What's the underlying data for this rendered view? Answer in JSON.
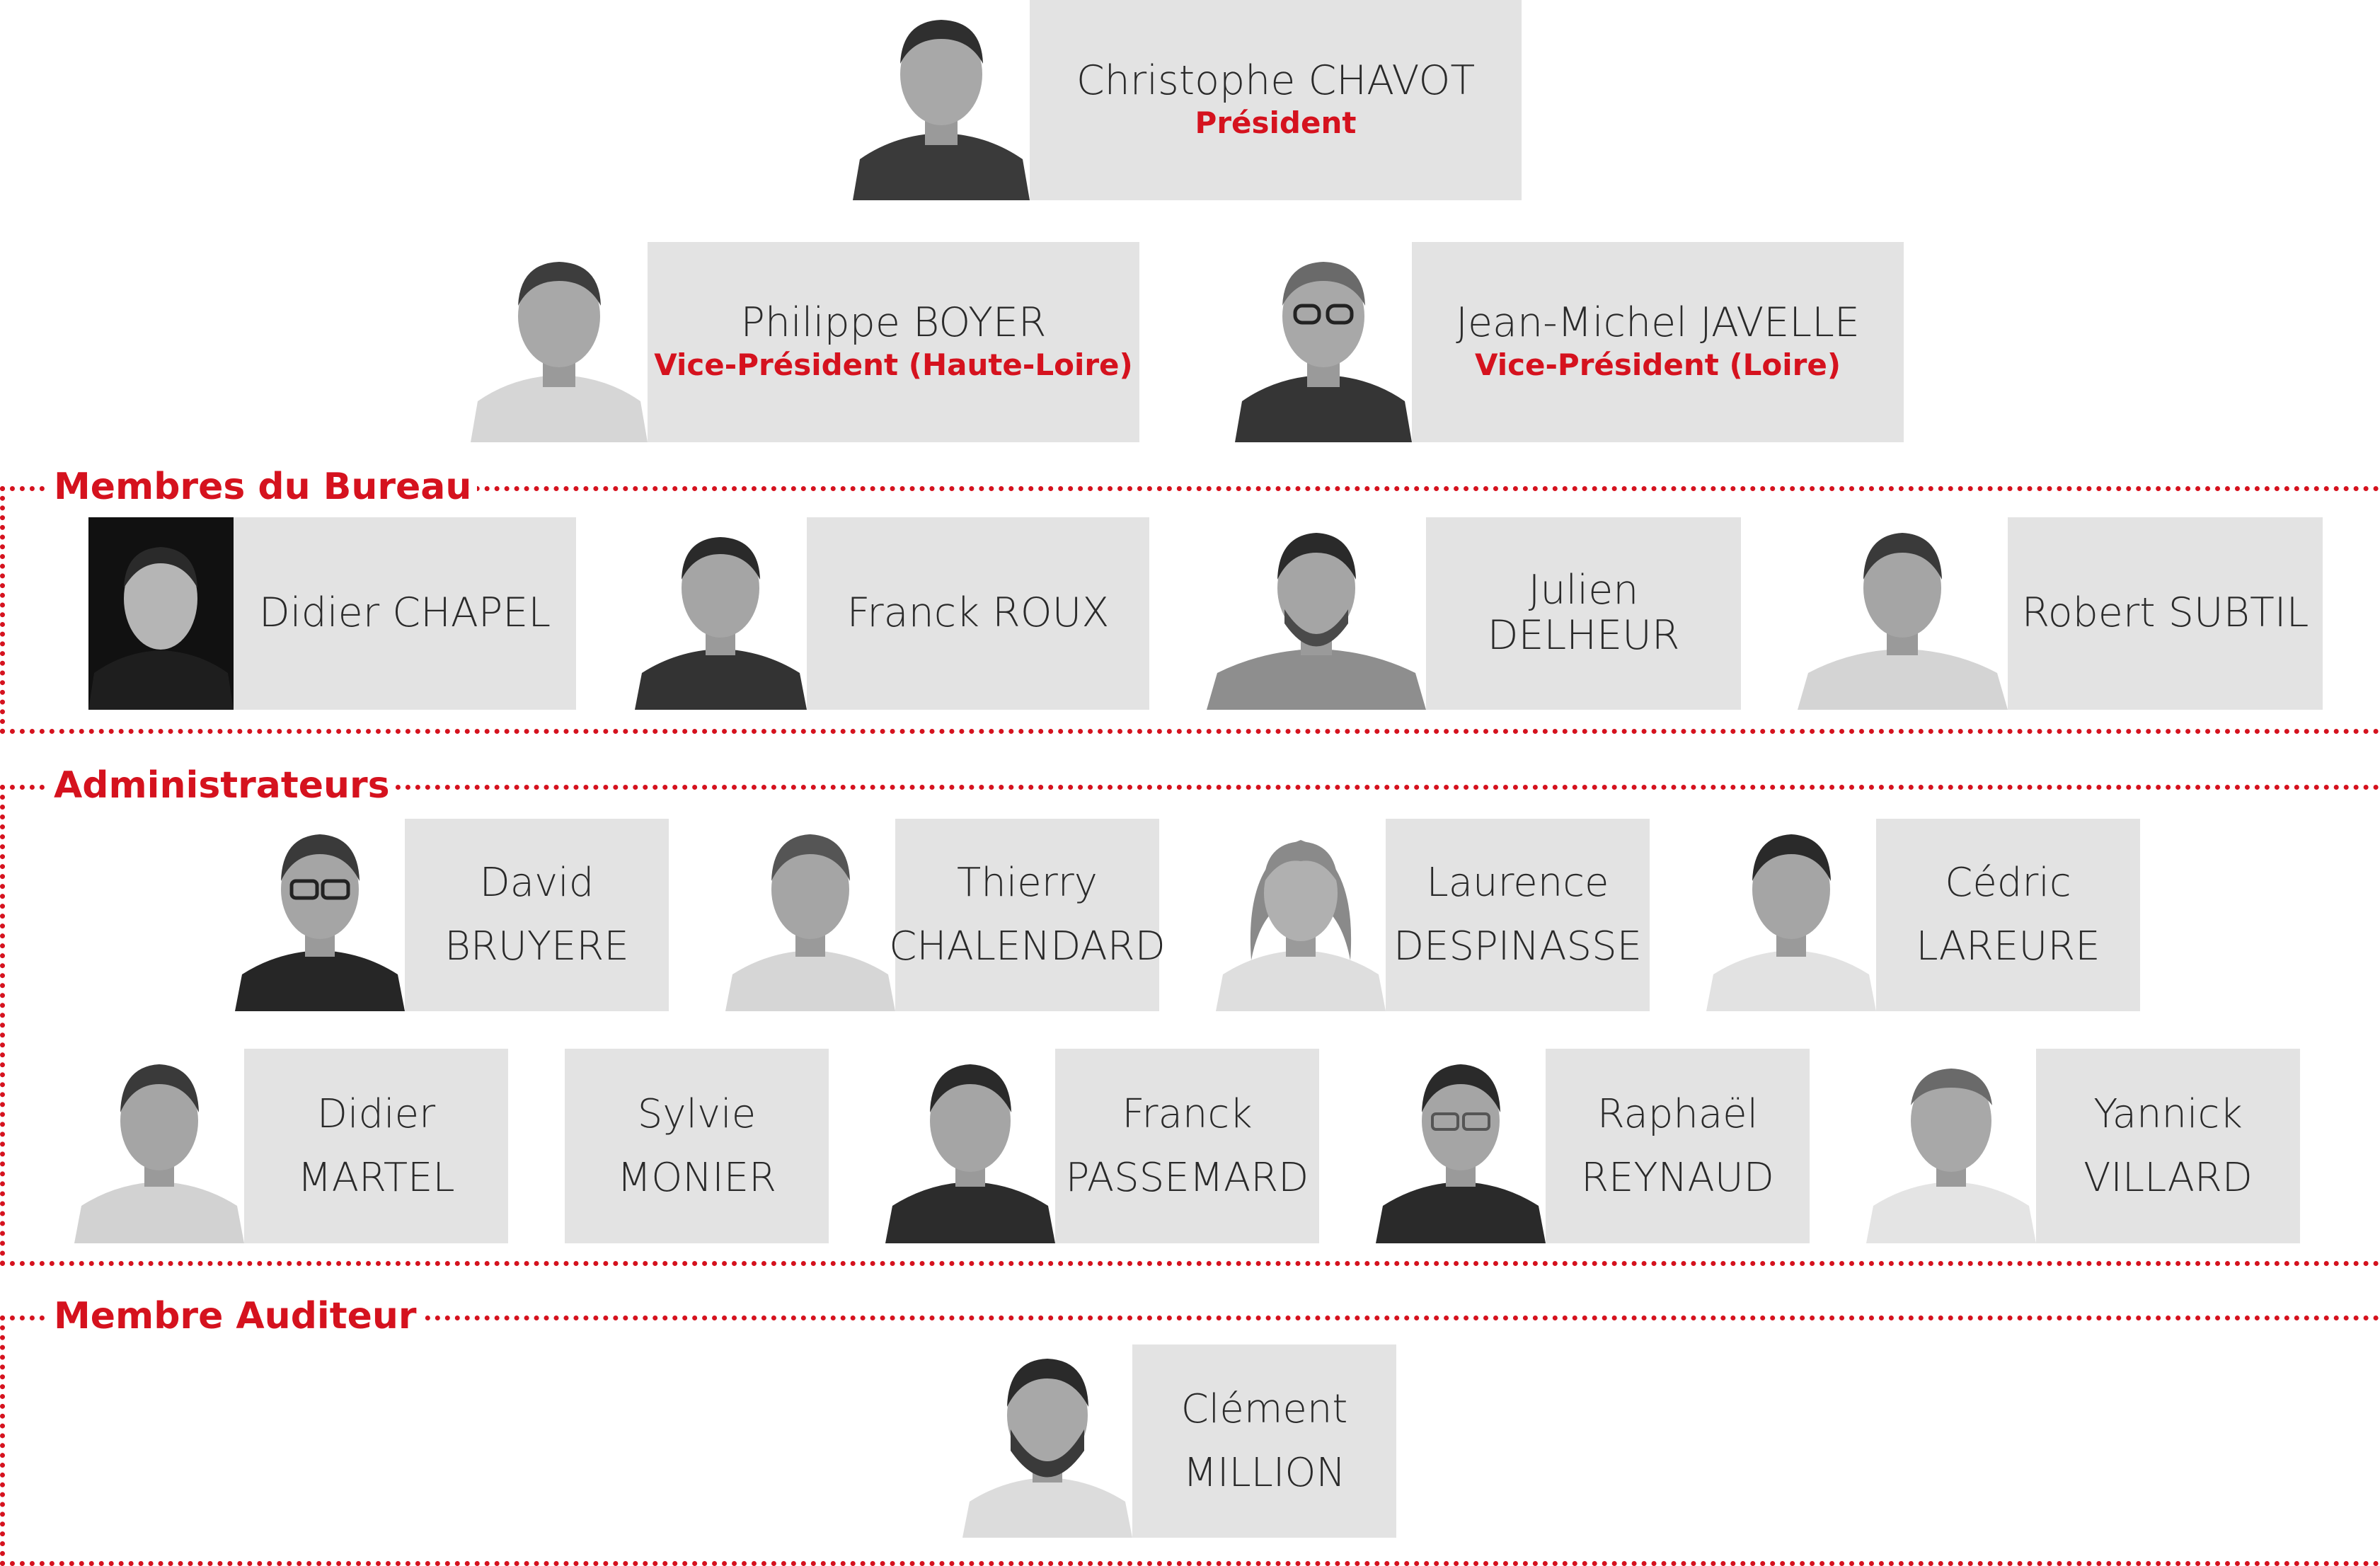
{
  "colors": {
    "accent": "#d5121e",
    "card_bg": "#e3e3e3"
  },
  "president": {
    "first": "Christophe",
    "last": "CHAVOT",
    "name": "Christophe CHAVOT",
    "role": "Président"
  },
  "vice_presidents": [
    {
      "name": "Philippe BOYER",
      "role": "Vice-Président (Haute-Loire)"
    },
    {
      "name": "Jean-Michel JAVELLE",
      "role": "Vice-Président (Loire)"
    }
  ],
  "sections": {
    "bureau": {
      "label": "Membres du Bureau",
      "members": [
        {
          "name": "Didier CHAPEL"
        },
        {
          "name": "Franck ROUX"
        },
        {
          "name": "Julien DELHEUR"
        },
        {
          "name": "Robert SUBTIL"
        }
      ]
    },
    "administrateurs": {
      "label": "Administrateurs",
      "members": [
        {
          "first": "David",
          "last": "BRUYERE"
        },
        {
          "first": "Thierry",
          "last": "CHALENDARD"
        },
        {
          "first": "Laurence",
          "last": "DESPINASSE"
        },
        {
          "first": "Cédric",
          "last": "LAREURE"
        },
        {
          "first": "Didier",
          "last": "MARTEL"
        },
        {
          "first": "Sylvie",
          "last": "MONIER"
        },
        {
          "first": "Franck",
          "last": "PASSEMARD"
        },
        {
          "first": "Raphaël",
          "last": "REYNAUD"
        },
        {
          "first": "Yannick",
          "last": "VILLARD"
        }
      ]
    },
    "auditeur": {
      "label": "Membre Auditeur",
      "members": [
        {
          "first": "Clément",
          "last": "MILLION"
        }
      ]
    }
  }
}
